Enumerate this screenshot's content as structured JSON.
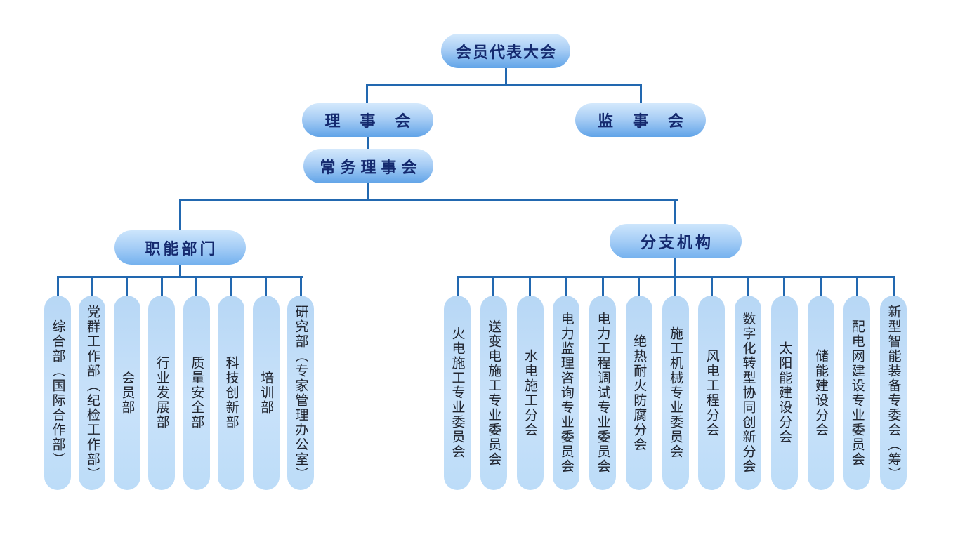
{
  "chart": {
    "title": "organization-chart",
    "root": {
      "label": "会员代表大会"
    },
    "council": {
      "label": "理事会"
    },
    "supervisory_board": {
      "label": "监事会"
    },
    "standing_council": {
      "label": "常务理事会"
    },
    "groups": [
      {
        "label": "职能部门",
        "items": [
          "综合部（国际合作部）",
          "党群工作部（纪检工作部）",
          "会员部",
          "行业发展部",
          "质量安全部",
          "科技创新部",
          "培训部",
          "研究部（专家管理办公室）"
        ]
      },
      {
        "label": "分支机构",
        "items": [
          "火电施工专业委员会",
          "送变电施工专业委员会",
          "水电施工分会",
          "电力监理咨询专业委员会",
          "电力工程调试专业委员会",
          "绝热耐火防腐分会",
          "施工机械专业委员会",
          "风电工程分会",
          "数字化转型协同创新分会",
          "太阳能建设分会",
          "储能建设分会",
          "配电网建设专业委员会",
          "新型智能装备专委会（筹）"
        ]
      }
    ],
    "colors": {
      "connector": "#2268b0",
      "pill_gradient_top": "#d4e9fc",
      "pill_gradient_bottom": "#61a4e8",
      "vertical_pill_fill": "#c3ddf7",
      "header_text": "#14296e",
      "vertical_text": "#20242e",
      "background": "#ffffff"
    }
  }
}
